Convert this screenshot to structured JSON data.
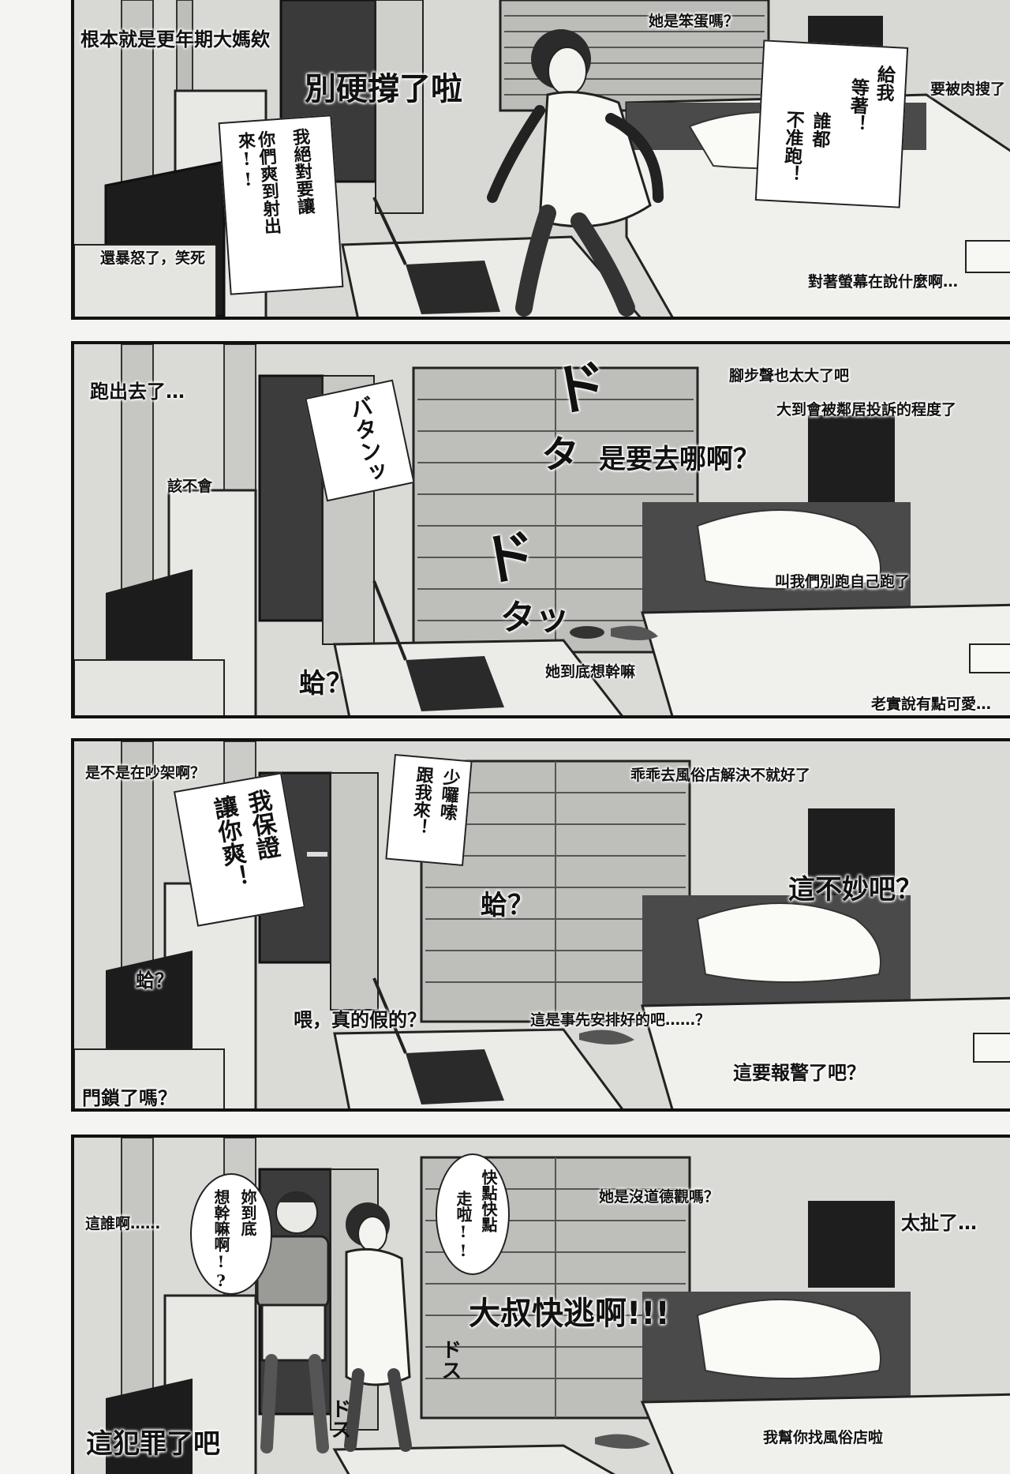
{
  "panel1": {
    "texts": {
      "t1": "根本就是更年期大媽欸",
      "t2": "別硬撐了啦",
      "t3": "她是笨蛋嗎？",
      "t4": "要被肉搜了",
      "t5": "還暴怒了，笑死",
      "t6": "對著螢幕在說什麼啊…"
    },
    "bubble_a": {
      "col1": "我絕對要讓",
      "col2": "你們爽到射出來!!"
    },
    "bubble_b": {
      "col1": "給我",
      "col2": "等著！",
      "col3": "誰都",
      "col4": "不准跑！"
    }
  },
  "panel2": {
    "texts": {
      "t1": "跑出去了…",
      "t2": "腳步聲也太大了吧",
      "t3": "大到會被鄰居投訴的程度了",
      "t4": "該不會",
      "t5": "是要去哪啊？",
      "t6": "叫我們別跑自己跑了",
      "t7": "蛤？",
      "t8": "她到底想幹嘛",
      "t9": "老實說有點可愛…"
    },
    "sfx": {
      "s1": "バタンッ",
      "s2": "ド",
      "s3": "タ",
      "s4": "ド",
      "s5": "タッ"
    }
  },
  "panel3": {
    "texts": {
      "t1": "是不是在吵架啊？",
      "t2": "乖乖去風俗店解決不就好了",
      "t3": "蛤？",
      "t4": "這不妙吧？",
      "t5": "蛤？",
      "t6": "喂，真的假的？",
      "t7": "這是事先安排好的吧……？",
      "t8": "門鎖了嗎？",
      "t9": "這要報警了吧？"
    },
    "bubble_a": {
      "col1": "我保證",
      "col2": "讓你爽！"
    },
    "bubble_b": {
      "col1": "少囉嗦",
      "col2": "跟我來！"
    }
  },
  "panel4": {
    "texts": {
      "t1": "這誰啊……",
      "t2": "她是沒道德觀嗎？",
      "t3": "太扯了…",
      "t4": "大叔快逃啊!!!",
      "t5": "這犯罪了吧",
      "t6": "我幫你找風俗店啦"
    },
    "bubble_a": {
      "col1": "妳到底",
      "col2": "想幹嘛啊!?"
    },
    "bubble_b": {
      "col1": "快點快點",
      "col2": "走啦!!"
    },
    "sfx": {
      "s1": "ドス",
      "s2": "ドス"
    }
  }
}
